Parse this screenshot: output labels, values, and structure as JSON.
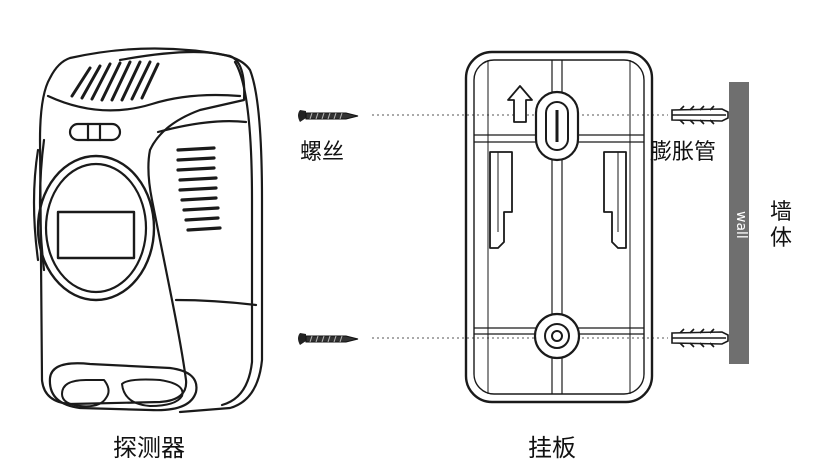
{
  "labels": {
    "detector": "探测器",
    "mount_plate": "挂板",
    "screw": "螺丝",
    "anchor": "膨胀管",
    "wall_en": "wall",
    "wall_cn_1": "墙",
    "wall_cn_2": "体"
  },
  "colors": {
    "line": "#1a1a1a",
    "wall": "#6f6f6f",
    "dotted": "#555555"
  }
}
